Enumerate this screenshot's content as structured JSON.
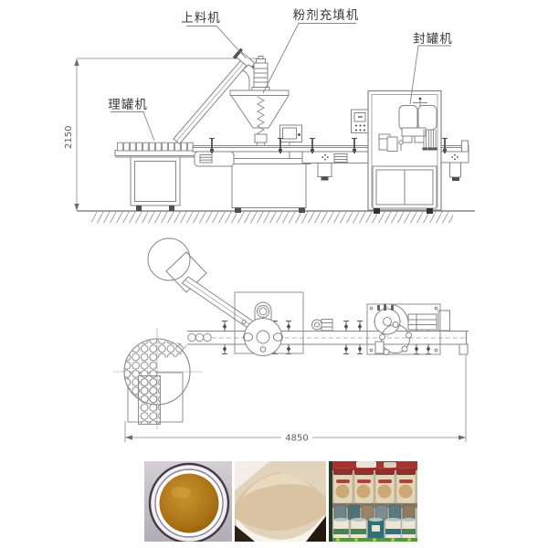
{
  "diagram": {
    "labels": {
      "feeder": "上料机",
      "filler": "粉剂充填机",
      "sealer": "封罐机",
      "arranger": "理罐机"
    },
    "dimensions": {
      "height": "2150",
      "length": "4850"
    },
    "colors": {
      "line": "#868686",
      "dark_detail": "#4f4f4f",
      "label_text": "#3a3a3a",
      "dim_text": "#5f5f5f",
      "liquid": "#a86f14",
      "powder": "#dbc6a5",
      "photo_bg": "#c4c0c7"
    },
    "photos": [
      {
        "name": "amber-liquid-bowl"
      },
      {
        "name": "powder-pile"
      },
      {
        "name": "canned-products-shelf"
      }
    ]
  }
}
